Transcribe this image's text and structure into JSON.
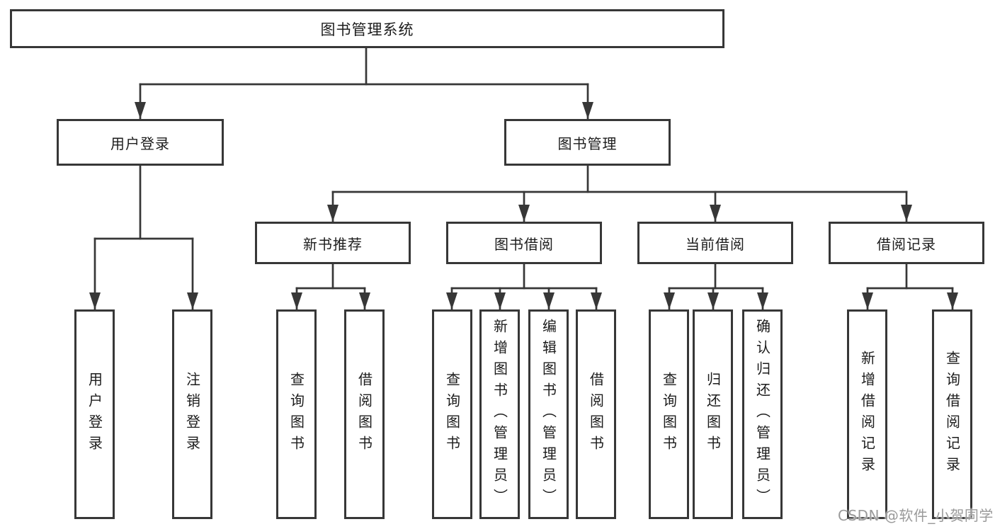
{
  "tree": {
    "label": "图书管理系统",
    "children": [
      {
        "label": "用户登录",
        "children": [
          {
            "label": "用户登录"
          },
          {
            "label": "注销登录"
          }
        ]
      },
      {
        "label": "图书管理",
        "children": [
          {
            "label": "新书推荐",
            "children": [
              {
                "label": "查询图书"
              },
              {
                "label": "借阅图书"
              }
            ]
          },
          {
            "label": "图书借阅",
            "children": [
              {
                "label": "查询图书"
              },
              {
                "label": "新增图书（管理员）"
              },
              {
                "label": "编辑图书（管理员）"
              },
              {
                "label": "借阅图书"
              }
            ]
          },
          {
            "label": "当前借阅",
            "children": [
              {
                "label": "查询图书"
              },
              {
                "label": "归还图书"
              },
              {
                "label": "确认归还（管理员）"
              }
            ]
          },
          {
            "label": "借阅记录",
            "children": [
              {
                "label": "新增借阅记录"
              },
              {
                "label": "查询借阅记录"
              }
            ]
          }
        ]
      }
    ]
  },
  "watermark": {
    "text": "CSDN @软件_小贺同学"
  },
  "colors": {
    "line": "#373737",
    "box_border": "#373737",
    "box_fill": "#ffffff",
    "text": "#1c1c1c",
    "watermark": "#9a9a9a",
    "background": "#ffffff"
  }
}
